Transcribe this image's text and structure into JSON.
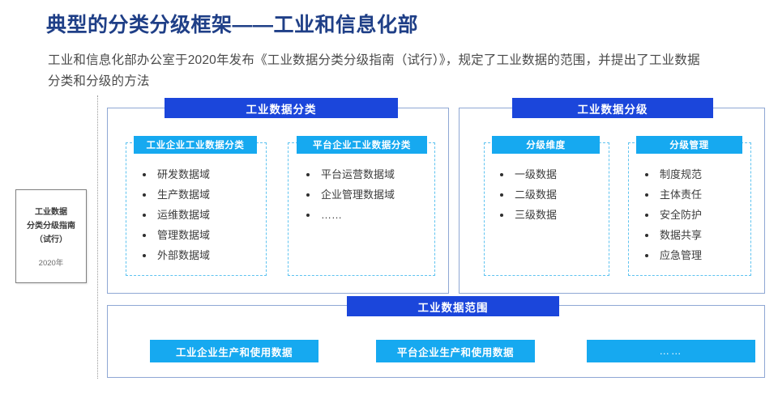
{
  "header": {
    "title": "典型的分类分级框架——工业和信息化部",
    "subtitle": "工业和信息化部办公室于2020年发布《工业数据分类分级指南（试行）》，规定了工业数据的范围，并提出了工业数据分类和分级的方法"
  },
  "doc_card": {
    "line1": "工业数据",
    "line2": "分类分级指南",
    "line3": "（试行）",
    "year": "2020年"
  },
  "panels": {
    "classification": {
      "header": "工业数据分类",
      "subpanels": [
        {
          "header": "工业企业工业数据分类",
          "items": [
            "研发数据域",
            "生产数据域",
            "运维数据域",
            "管理数据域",
            "外部数据域"
          ]
        },
        {
          "header": "平台企业工业数据分类",
          "items": [
            "平台运营数据域",
            "企业管理数据域",
            "……"
          ]
        }
      ]
    },
    "grading": {
      "header": "工业数据分级",
      "subpanels": [
        {
          "header": "分级维度",
          "items": [
            "一级数据",
            "二级数据",
            "三级数据"
          ]
        },
        {
          "header": "分级管理",
          "items": [
            "制度规范",
            "主体责任",
            "安全防护",
            "数据共享",
            "应急管理"
          ]
        }
      ]
    },
    "scope": {
      "header": "工业数据范围",
      "chips": [
        "工业企业生产和使用数据",
        "平台企业生产和使用数据",
        "……"
      ]
    }
  },
  "colors": {
    "title_blue": "#1f3f87",
    "header_blue": "#1b46db",
    "accent_blue": "#16a9f0",
    "dashed_blue": "#5ec3f0",
    "panel_border": "#8fa7d4"
  }
}
